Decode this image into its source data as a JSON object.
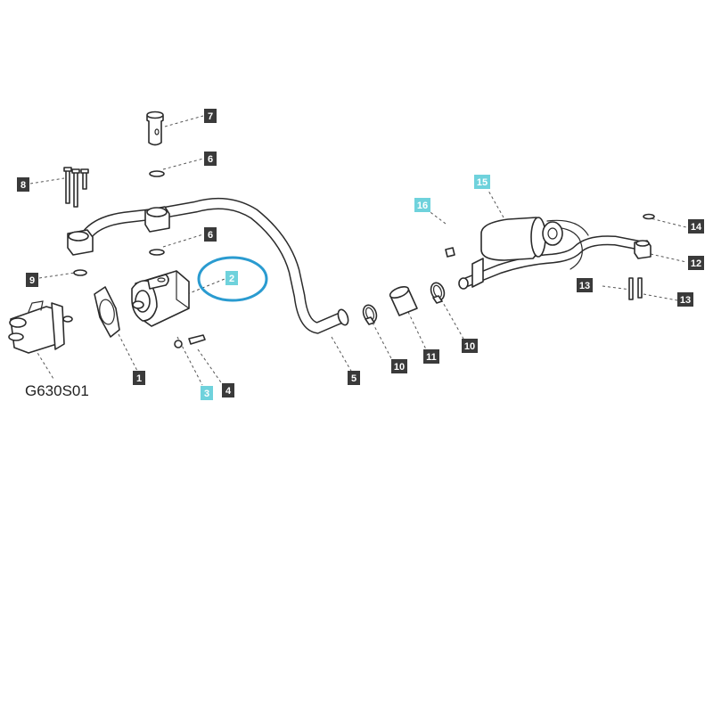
{
  "figure_code": "G630S01",
  "colors": {
    "callout_dark": "#3a3a3a",
    "callout_highlight": "#6fd2dc",
    "callout_text_dark": "#ffffff",
    "callout_text_highlight": "#ffffff",
    "highlight_ring": "#2a9bd0",
    "line": "#2b2b2b"
  },
  "callouts": [
    {
      "id": "c1",
      "label": "1",
      "highlighted": false
    },
    {
      "id": "c2",
      "label": "2",
      "highlighted": true
    },
    {
      "id": "c3",
      "label": "3",
      "highlighted": true
    },
    {
      "id": "c4",
      "label": "4",
      "highlighted": false
    },
    {
      "id": "c5",
      "label": "5",
      "highlighted": false
    },
    {
      "id": "c6a",
      "label": "6",
      "highlighted": false
    },
    {
      "id": "c6b",
      "label": "6",
      "highlighted": false
    },
    {
      "id": "c7",
      "label": "7",
      "highlighted": false
    },
    {
      "id": "c8",
      "label": "8",
      "highlighted": false
    },
    {
      "id": "c9",
      "label": "9",
      "highlighted": false
    },
    {
      "id": "c10a",
      "label": "10",
      "highlighted": false
    },
    {
      "id": "c10b",
      "label": "10",
      "highlighted": false
    },
    {
      "id": "c11",
      "label": "11",
      "highlighted": false
    },
    {
      "id": "c12",
      "label": "12",
      "highlighted": false
    },
    {
      "id": "c13a",
      "label": "13",
      "highlighted": false
    },
    {
      "id": "c13b",
      "label": "13",
      "highlighted": false
    },
    {
      "id": "c14",
      "label": "14",
      "highlighted": false
    },
    {
      "id": "c15",
      "label": "15",
      "highlighted": true
    },
    {
      "id": "c16",
      "label": "16",
      "highlighted": true
    }
  ]
}
